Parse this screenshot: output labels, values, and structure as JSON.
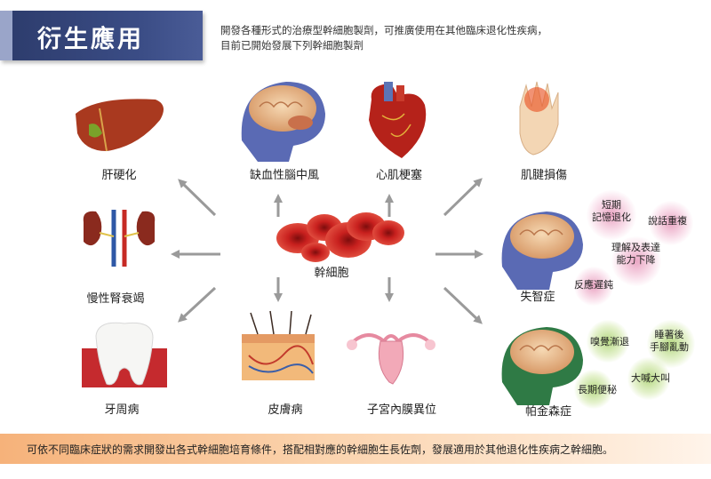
{
  "header": {
    "title": "衍生應用",
    "intro_lines": [
      "開發各種形式的治療型幹細胞製劑，可推廣使用在其他臨床退化性疾病，",
      "目前已開始發展下列幹細胞製劑"
    ]
  },
  "center": {
    "label": "幹細胞"
  },
  "applications": {
    "liver": "肝硬化",
    "stroke": "缺血性腦中風",
    "heart": "心肌梗塞",
    "tendon": "肌腱損傷",
    "kidney": "慢性腎衰竭",
    "dementia": "失智症",
    "tooth": "牙周病",
    "skin": "皮膚病",
    "uterus": "子宮內膜異位",
    "parkinson": "帕金森症"
  },
  "dementia_symptoms": {
    "s1_line1": "短期",
    "s1_line2": "記憶退化",
    "s2": "說話重複",
    "s3_line1": "理解及表達",
    "s3_line2": "能力下降",
    "s4": "反應遲鈍"
  },
  "parkinson_symptoms": {
    "s1": "嗅覺漸退",
    "s2_line1": "睡著後",
    "s2_line2": "手腳亂動",
    "s3": "大喊大叫",
    "s4": "長期便秘"
  },
  "footer": {
    "text": "可依不同臨床症狀的需求開發出各式幹細胞培育條件，搭配相對應的幹細胞生長佐劑，發展適用於其他退化性疾病之幹細胞。"
  },
  "colors": {
    "title_bg": "#2c3b6b",
    "arrow": "#9a9a9a",
    "cell": "#c8201e",
    "footer": "#f6b27a"
  }
}
